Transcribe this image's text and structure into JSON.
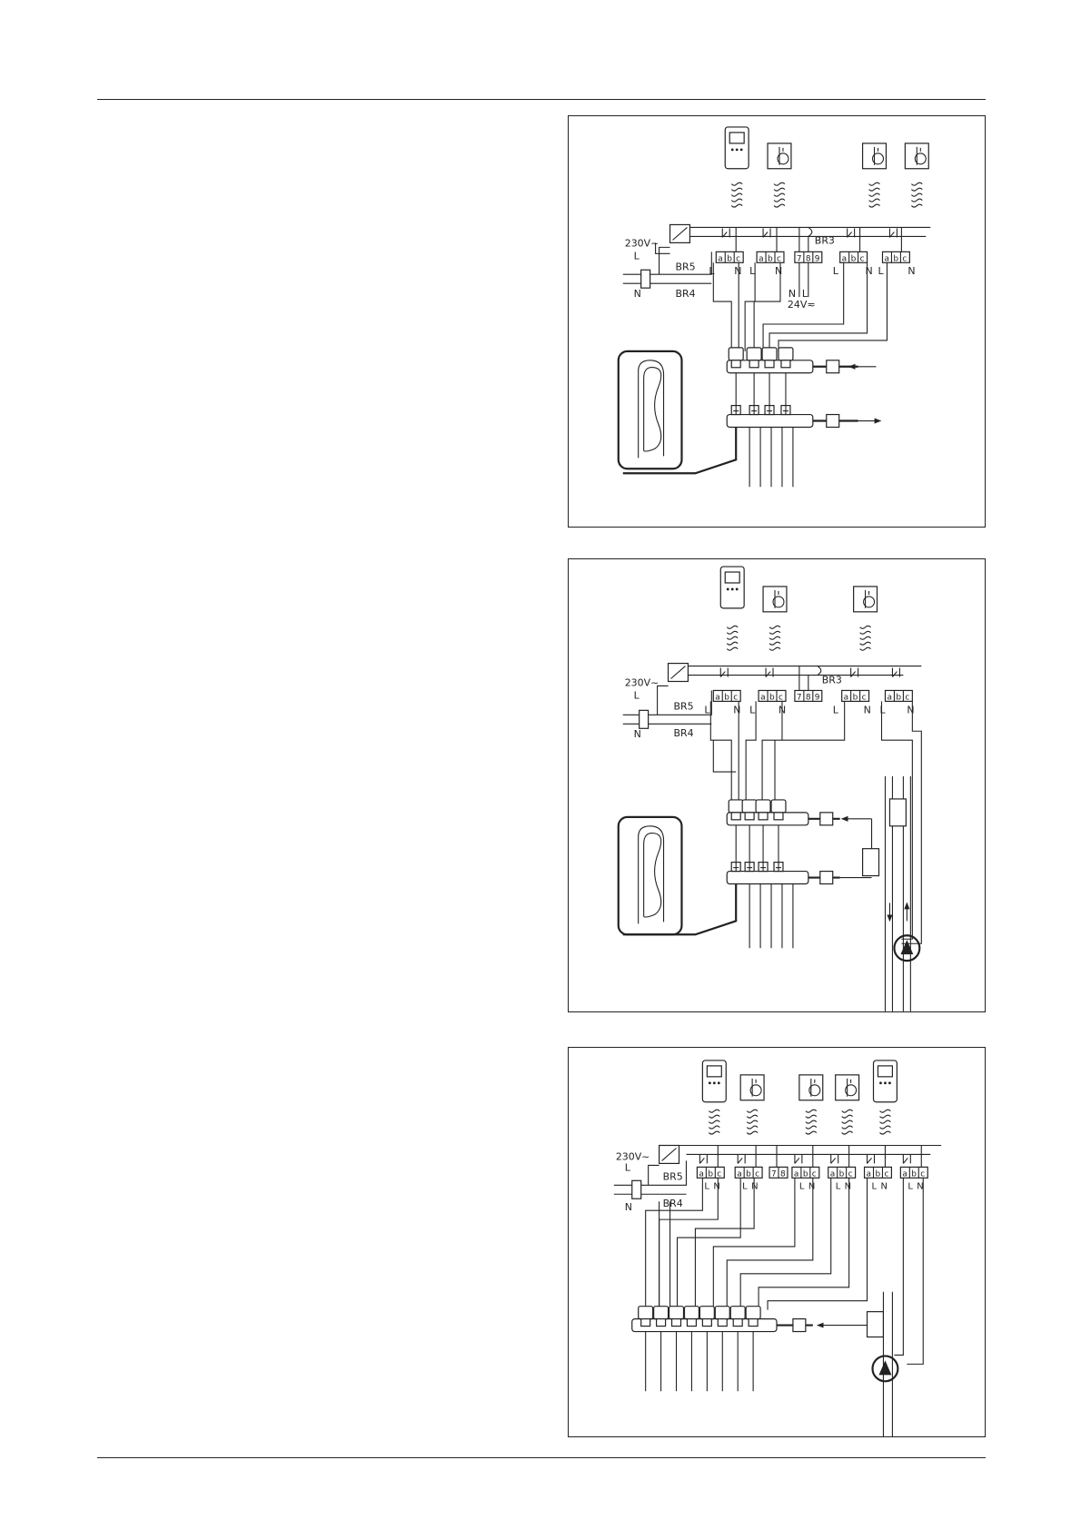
{
  "colors": {
    "ink": "#222222",
    "paper": "#ffffff"
  },
  "diagrams": [
    {
      "supply_voltage": "230V~",
      "live": "L",
      "neutral": "N",
      "bridges": [
        "BR5",
        "BR4",
        "BR3"
      ],
      "terminal_blocks": [
        "abc",
        "abc",
        "789",
        "abc",
        "abc"
      ],
      "wire_labels": [
        "L",
        "N",
        "L",
        "N",
        "N",
        "L",
        "L",
        "N",
        "L",
        "N"
      ],
      "low_voltage": "24V≂",
      "icons": [
        "display-thermostat-icon",
        "room-thermostat-icon",
        "room-thermostat-icon",
        "room-thermostat-icon"
      ]
    },
    {
      "supply_voltage": "230V~",
      "live": "L",
      "neutral": "N",
      "bridges": [
        "BR5",
        "BR4",
        "BR3"
      ],
      "terminal_blocks": [
        "abc",
        "abc",
        "789",
        "abc",
        "abc"
      ],
      "wire_labels": [
        "L",
        "N",
        "L",
        "N",
        "L",
        "N",
        "L",
        "N"
      ],
      "icons": [
        "display-thermostat-icon",
        "room-thermostat-icon",
        "room-thermostat-icon",
        "pump-icon"
      ]
    },
    {
      "supply_voltage": "230V~",
      "live": "L",
      "neutral": "N",
      "bridges": [
        "BR5",
        "BR4"
      ],
      "terminal_blocks": [
        "abc",
        "abc",
        "78",
        "abc",
        "abc",
        "abc",
        "abc"
      ],
      "wire_labels": [
        "L",
        "N",
        "L",
        "N",
        "L",
        "N",
        "L",
        "N",
        "L",
        "N",
        "L",
        "N"
      ],
      "icons": [
        "display-thermostat-icon",
        "room-thermostat-icon",
        "room-thermostat-icon",
        "room-thermostat-icon",
        "display-thermostat-icon",
        "pump-icon"
      ]
    }
  ]
}
